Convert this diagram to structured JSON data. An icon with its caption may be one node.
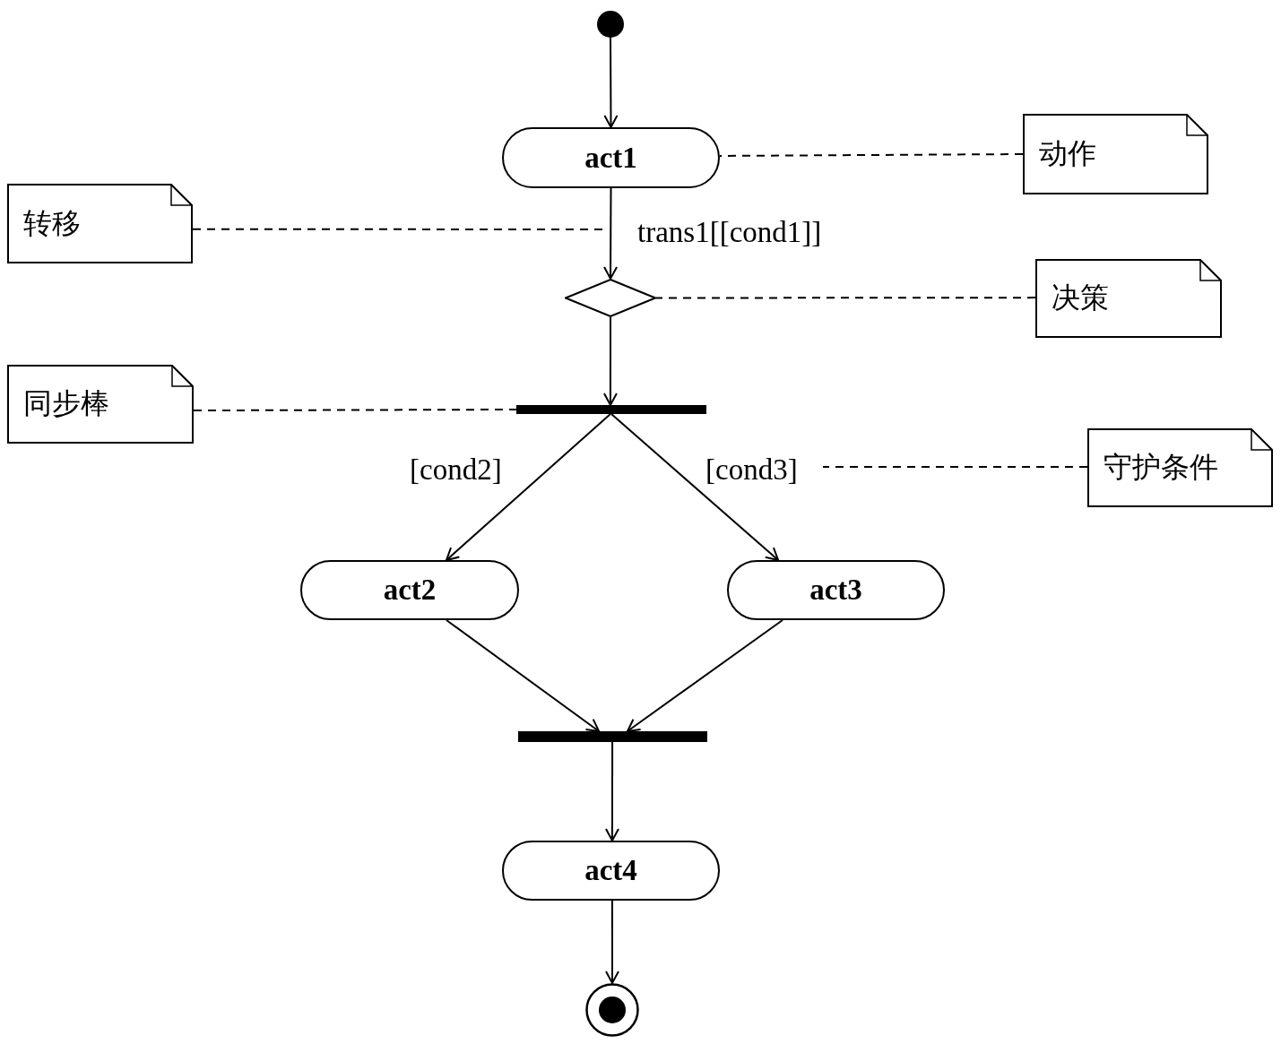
{
  "diagram": {
    "nodes": [
      {
        "text": [],
        "shape": "circle"
      },
      {
        "text": [
          "act1"
        ]
      },
      {
        "text": [
          "动作"
        ]
      },
      {
        "text": [
          "转移"
        ]
      },
      {
        "text": [],
        "shape": "diamond"
      },
      {
        "text": [
          "决策"
        ]
      },
      {
        "text": [
          "同步棒"
        ]
      },
      {
        "text": [],
        "shape": "bar"
      },
      {
        "text": [
          "守护条件"
        ]
      },
      {
        "text": [
          "act2"
        ]
      },
      {
        "text": [
          "act3"
        ]
      },
      {
        "text": [],
        "shape": "bar"
      },
      {
        "text": [
          "act4"
        ]
      },
      {
        "text": [],
        "shape": "circle"
      }
    ],
    "edges": [
      {
        "from": 0,
        "to": 1,
        "arrow": "to"
      },
      {
        "from": 1,
        "to": 4,
        "arrow": "to",
        "label": "trans1[[cond1]]"
      },
      {
        "from": 4,
        "to": 7,
        "arrow": "to"
      },
      {
        "from": 7,
        "to": 9,
        "arrow": "to",
        "label": "[cond2]"
      },
      {
        "from": 7,
        "to": 10,
        "arrow": "to",
        "label": "[cond3]"
      },
      {
        "from": 9,
        "to": 11,
        "arrow": "to"
      },
      {
        "from": 10,
        "to": 11,
        "arrow": "to"
      },
      {
        "from": 11,
        "to": 12,
        "arrow": "to"
      },
      {
        "from": 12,
        "to": 13,
        "arrow": "to"
      },
      {
        "from": 2,
        "to": 1,
        "arrow": "none",
        "style": "dashed"
      },
      {
        "from": 3,
        "to": null,
        "arrow": "none",
        "style": "dashed"
      },
      {
        "from": 5,
        "to": 4,
        "arrow": "none",
        "style": "dashed"
      },
      {
        "from": 6,
        "to": 7,
        "arrow": "none",
        "style": "dashed"
      },
      {
        "from": 8,
        "to": null,
        "arrow": "none",
        "style": "dashed"
      }
    ]
  }
}
